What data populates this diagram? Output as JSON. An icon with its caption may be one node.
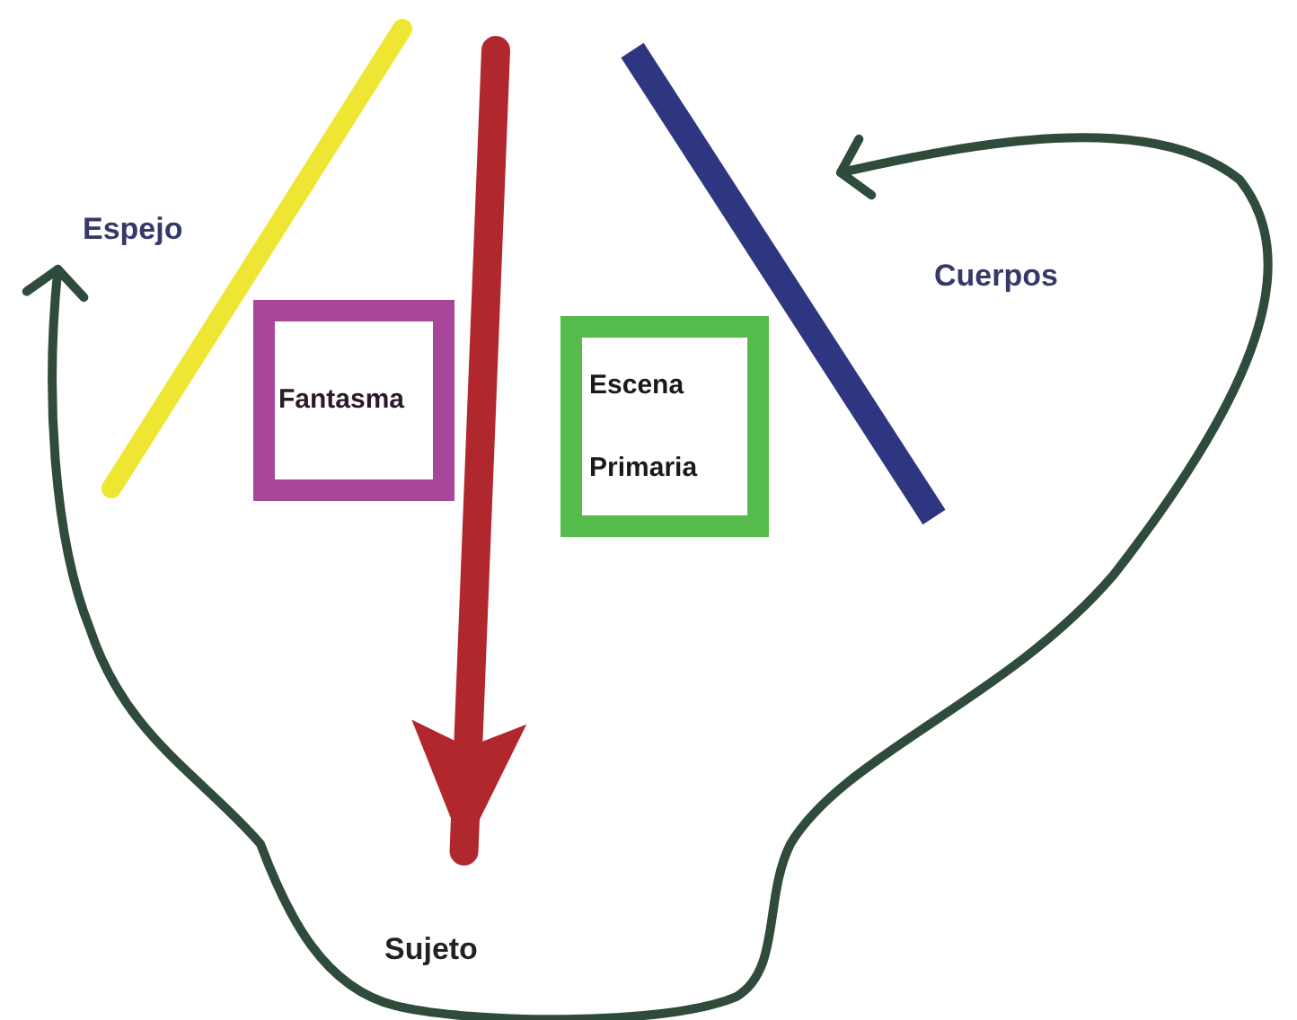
{
  "diagram": {
    "nodes": [
      {
        "text": [
          "Espejo"
        ]
      },
      {
        "text": [
          "Fantasma"
        ]
      },
      {
        "text": [
          "Escena Primaria"
        ]
      },
      {
        "text": [
          "Cuerpos"
        ]
      },
      {
        "text": [
          "Sujeto"
        ]
      }
    ],
    "edges": [
      {
        "from": null,
        "to": 4,
        "arrow": "to",
        "style": "thick",
        "color": "#b0282e"
      },
      {
        "from": 3,
        "to": 0,
        "arrow": "both",
        "color": "#2f4b3b"
      }
    ]
  }
}
